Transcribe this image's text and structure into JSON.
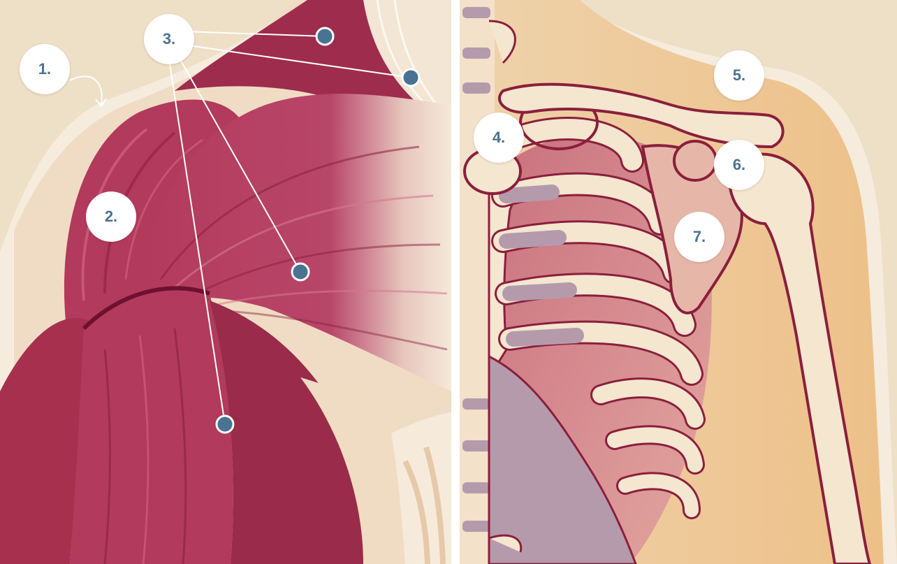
{
  "labels": {
    "l1": "1.",
    "l2": "2.",
    "l3": "3.",
    "l4": "4.",
    "l5": "5.",
    "l6": "6.",
    "l7": "7."
  },
  "colors": {
    "background": "#eedfc7",
    "skin_outline": "#f6eee1",
    "muscle": "#b23a5c",
    "muscle_dark": "#7d1734",
    "bone": "#f4e6cf",
    "bone_outline": "#8a1f3c",
    "cartilage": "#b59aac",
    "marker_dot": "#4a7292",
    "label_text": "#4a7292"
  }
}
